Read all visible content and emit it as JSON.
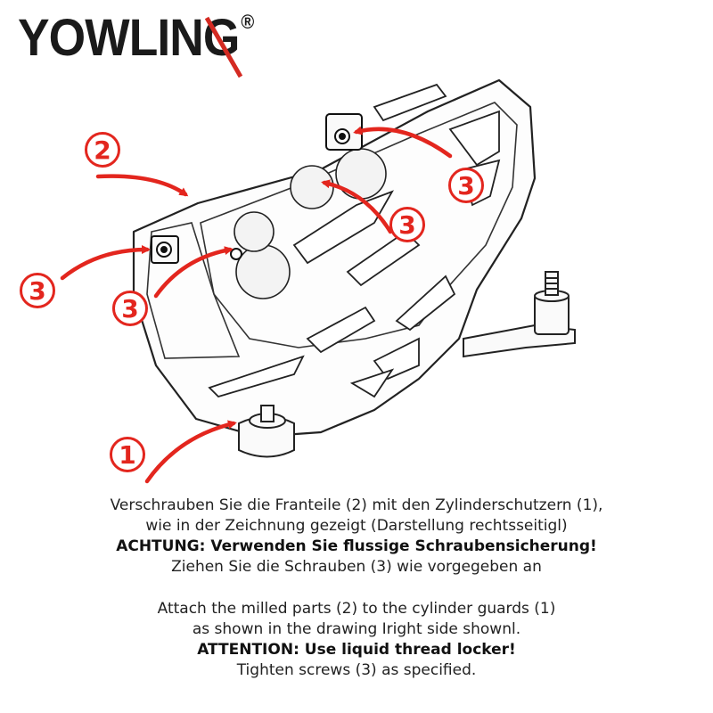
{
  "brand": {
    "name": "YOWLING",
    "registered_mark": "®"
  },
  "diagram": {
    "callouts": [
      {
        "id": "c2",
        "label": "2"
      },
      {
        "id": "c3a",
        "label": "3"
      },
      {
        "id": "c3b",
        "label": "3"
      },
      {
        "id": "c3c",
        "label": "3"
      },
      {
        "id": "c3d",
        "label": "3"
      },
      {
        "id": "c1",
        "label": "1"
      }
    ],
    "accent_color": "#e3261e",
    "line_color": "#222222"
  },
  "instructions": {
    "german": {
      "line1": "Verschrauben Sie die Franteile (2)  mit den Zylinderschutzern (1),",
      "line2": "wie  in der Zeichnung gezeigt  (Darstellung rechtsseitigl)",
      "line3": "ACHTUNG:  Verwenden Sie flussige  Schraubensicherung!",
      "line4": "Ziehen Sie die Schrauben (3) wie  vorgegeben an"
    },
    "english": {
      "line1": "Attach the milled parts (2) to the  cylinder guards (1)",
      "line2": "as shown in the  drawing Iright side shownl.",
      "line3": "ATTENTION:  Use liquid thread  locker!",
      "line4": "Tighten screws (3) as specified."
    }
  }
}
